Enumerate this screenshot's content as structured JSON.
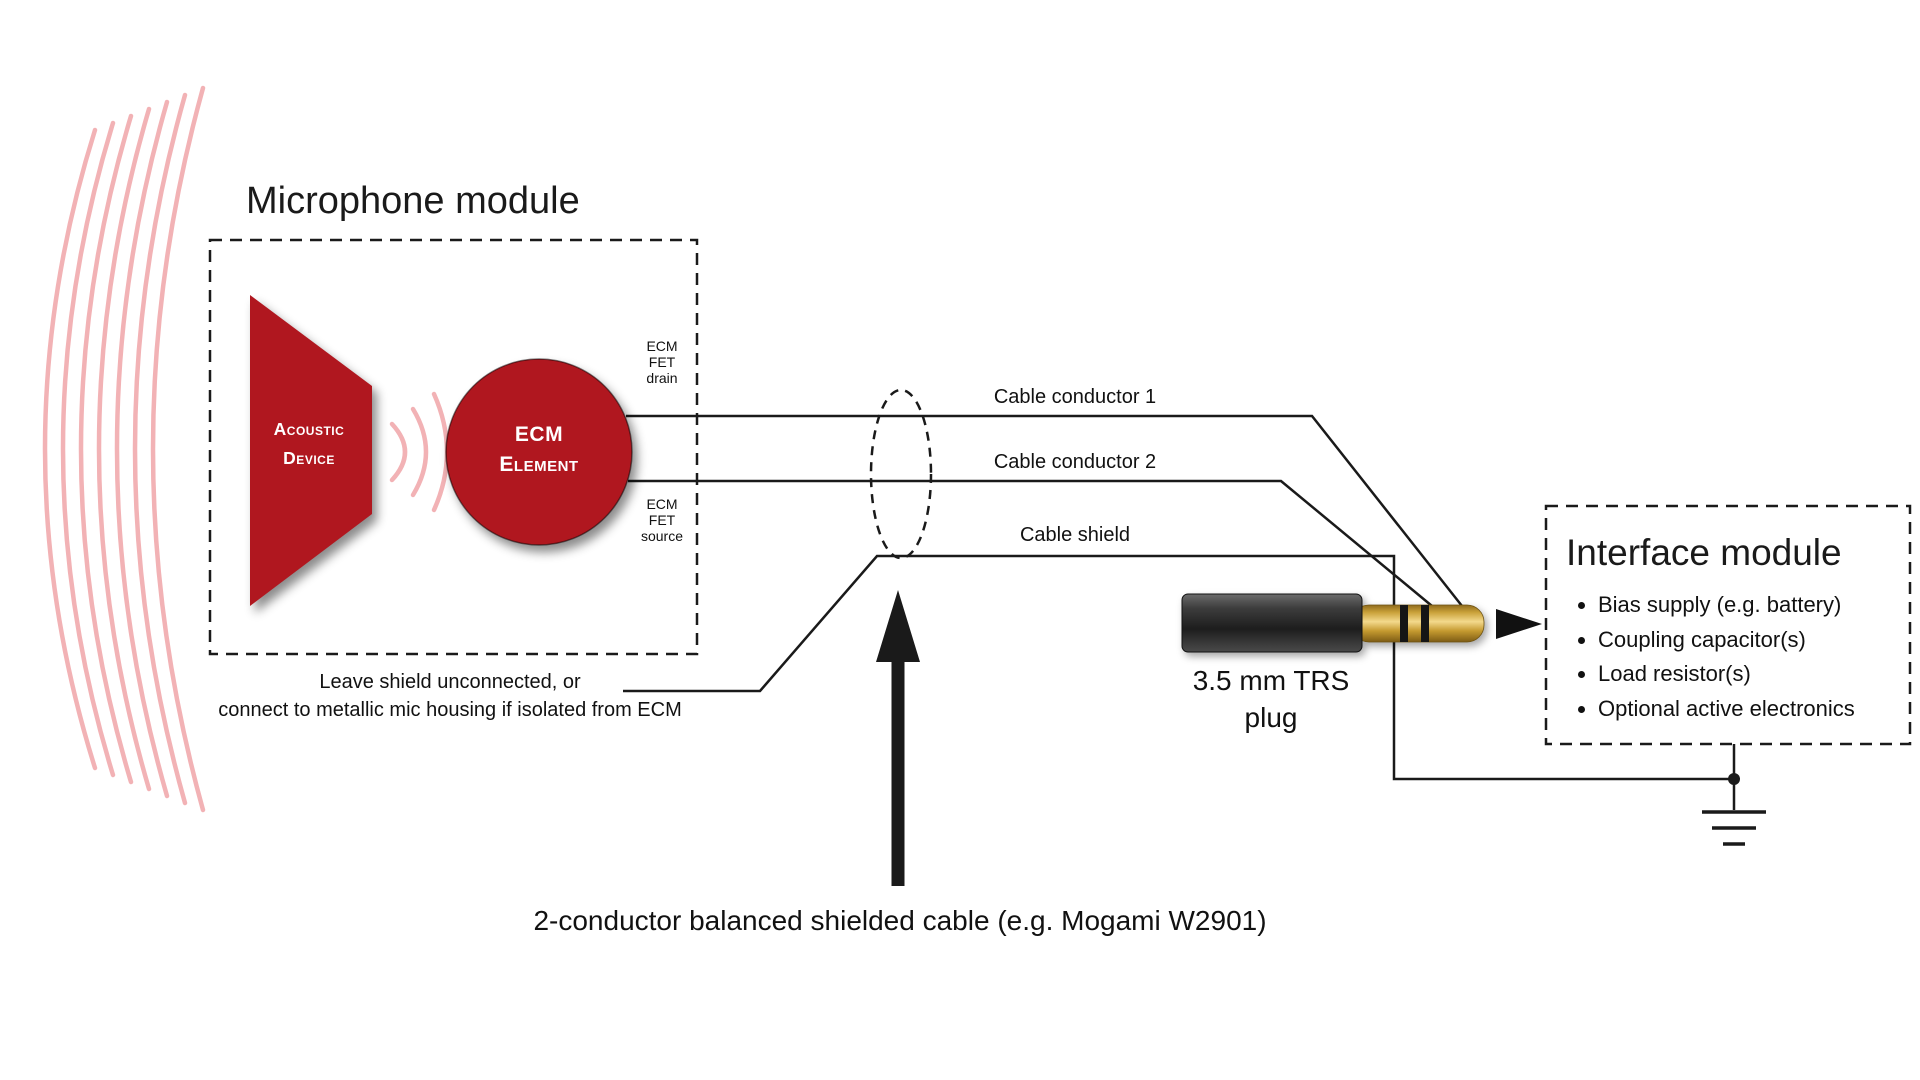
{
  "colors": {
    "accent_red": "#B0171F",
    "wave_pink": "#F2B2B5",
    "line_black": "#1A1A1A",
    "plug_gold": "#E8C26A"
  },
  "microphone_module": {
    "title": "Microphone module",
    "acoustic_device": {
      "line1": "Acoustic",
      "line2": "Device"
    },
    "ecm_element": {
      "line1": "ECM",
      "line2": "Element"
    },
    "fet_drain": {
      "line1": "ECM",
      "line2": "FET",
      "line3": "drain"
    },
    "fet_source": {
      "line1": "ECM",
      "line2": "FET",
      "line3": "source"
    }
  },
  "cable": {
    "conductor1_label": "Cable conductor 1",
    "conductor2_label": "Cable conductor 2",
    "shield_label": "Cable shield",
    "shield_note_line1": "Leave shield unconnected, or",
    "shield_note_line2": "connect to metallic mic housing if isolated from ECM",
    "caption": "2-conductor balanced shielded cable (e.g. Mogami W2901)"
  },
  "plug": {
    "label_line1": "3.5 mm TRS",
    "label_line2": "plug"
  },
  "interface_module": {
    "title": "Interface module",
    "items": [
      "Bias supply (e.g. battery)",
      "Coupling capacitor(s)",
      "Load resistor(s)",
      "Optional active electronics"
    ]
  }
}
